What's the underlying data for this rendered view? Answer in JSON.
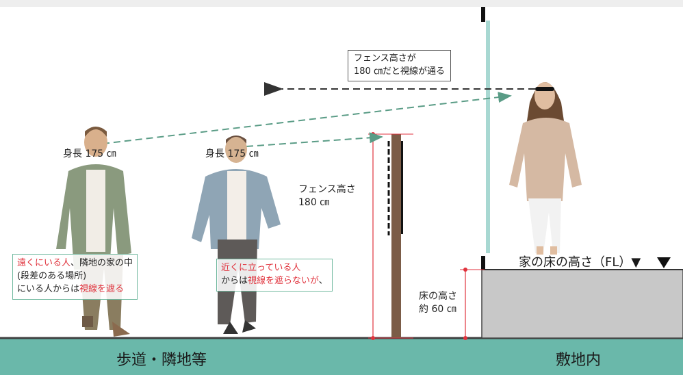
{
  "fence_callout": {
    "line1": "フェンス高さが",
    "line2": "180 ㎝だと視線が通る"
  },
  "person_far": {
    "height_label": "身長 175 ㎝",
    "note_red1": "遠くにいる人",
    "note_a": "、隣地の家の中",
    "note_line2": "(段差のある場所)",
    "note_line3a": "にいる人からは",
    "note_red2": "視線を遮る"
  },
  "person_near": {
    "height_label": "身長 175 ㎝",
    "note_red1": "近くに立っている人",
    "note_line2a": "からは",
    "note_red2": "視線を遮らないが",
    "note_line2b": "、"
  },
  "fence_height": {
    "line1": "フェンス高さ",
    "line2": "180 ㎝"
  },
  "floor_height": {
    "line1": "床の高さ",
    "line2": "約 60 ㎝"
  },
  "floor_level_label": "家の床の高さ（FL）▼",
  "ground": {
    "left_label": "歩道・隣地等",
    "right_label": "敷地内"
  },
  "colors": {
    "ground": "#6ab8aa",
    "accent_red": "#e0323c",
    "sight_line": "#5a9c86",
    "platform": "#c8c8c8",
    "fence_post": "#7b5c47",
    "tall_fence": "#a8d8d2"
  }
}
